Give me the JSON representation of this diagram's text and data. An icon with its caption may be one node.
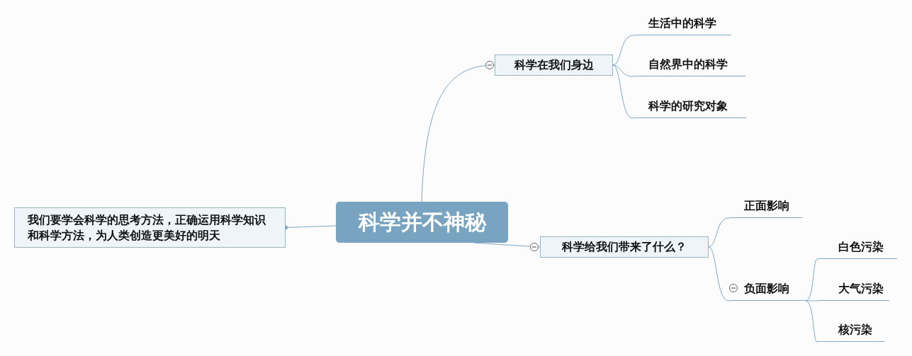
{
  "diagram": {
    "nodes": [
      {
        "text": [
          "科学并不神秘"
        ]
      },
      {
        "text": [
          "科学在我们身边"
        ]
      },
      {
        "text": [
          "生活中的科学"
        ]
      },
      {
        "text": [
          "自然界中的科学"
        ]
      },
      {
        "text": [
          "科学的研究对象"
        ]
      },
      {
        "text": [
          "科学给我们带来了什么？"
        ]
      },
      {
        "text": [
          "正面影响"
        ]
      },
      {
        "text": [
          "负面影响"
        ]
      },
      {
        "text": [
          "白色污染"
        ]
      },
      {
        "text": [
          "大气污染"
        ]
      },
      {
        "text": [
          "核污染"
        ]
      },
      {
        "text": [
          "我们要学会科学的思考方法，正确运用科学知识和科学方法，为人类创造更美好的明天"
        ]
      }
    ],
    "edges": [
      {
        "from": 0,
        "to": 1,
        "arrow": "none"
      },
      {
        "from": 1,
        "to": 2,
        "arrow": "none"
      },
      {
        "from": 1,
        "to": 3,
        "arrow": "none"
      },
      {
        "from": 1,
        "to": 4,
        "arrow": "none"
      },
      {
        "from": 0,
        "to": 5,
        "arrow": "none"
      },
      {
        "from": 5,
        "to": 6,
        "arrow": "none"
      },
      {
        "from": 5,
        "to": 7,
        "arrow": "none"
      },
      {
        "from": 7,
        "to": 8,
        "arrow": "none"
      },
      {
        "from": 7,
        "to": 9,
        "arrow": "none"
      },
      {
        "from": 7,
        "to": 10,
        "arrow": "none"
      },
      {
        "from": 0,
        "to": 11,
        "arrow": "other"
      }
    ]
  }
}
